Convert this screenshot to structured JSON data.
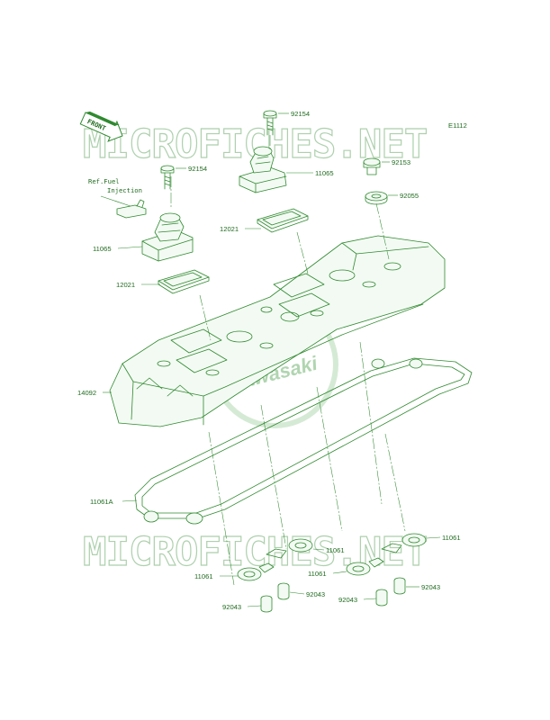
{
  "diagram_code": "E1112",
  "front_label": "FRONT",
  "ref_note": {
    "line1": "Ref.Fuel",
    "line2": "Injection"
  },
  "watermark": "MICROFICHES.NET",
  "logo": "Kawasaki",
  "parts": {
    "p92154_a": "92154",
    "p92154_b": "92154",
    "p92153": "92153",
    "p92055": "92055",
    "p11065_a": "11065",
    "p11065_b": "11065",
    "p12021_a": "12021",
    "p12021_b": "12021",
    "p14092": "14092",
    "p11061A": "11061A",
    "p11061_a": "11061",
    "p11061_b": "11061",
    "p11061_c": "11061",
    "p11061_d": "11061",
    "p92043_a": "92043",
    "p92043_b": "92043",
    "p92043_c": "92043",
    "p92043_d": "92043"
  },
  "colors": {
    "line": "#2f8a2f",
    "text": "#1f6b1f",
    "watermark": "#9fc89f"
  }
}
